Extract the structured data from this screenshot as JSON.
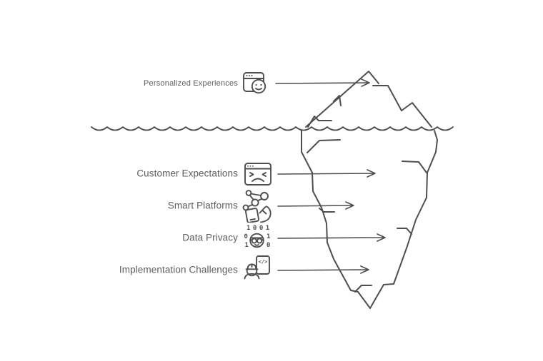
{
  "diagram": {
    "kind": "iceberg-infographic",
    "above_surface": {
      "items": [
        {
          "label": "Personalized Experiences",
          "icon": "browser-smiley-icon"
        }
      ]
    },
    "below_surface": {
      "items": [
        {
          "label": "Customer Expectations",
          "icon": "browser-angry-icon"
        },
        {
          "label": "Smart Platforms",
          "icon": "hand-phone-network-icon"
        },
        {
          "label": "Data Privacy",
          "icon": "binary-anonymous-face-icon"
        },
        {
          "label": "Implementation Challenges",
          "icon": "engineer-code-document-icon"
        }
      ]
    }
  },
  "icon_glyphs": {
    "data_privacy": {
      "binary_top": "1001",
      "binary_mid_left": "0",
      "binary_mid_right": "1",
      "binary_bottom_left": "1",
      "binary_bottom_right": "0"
    },
    "implementation": {
      "code": "</>"
    }
  },
  "colors": {
    "stroke": "#4e4e4e",
    "label_text": "#5d5d5d",
    "background": "#ffffff"
  }
}
